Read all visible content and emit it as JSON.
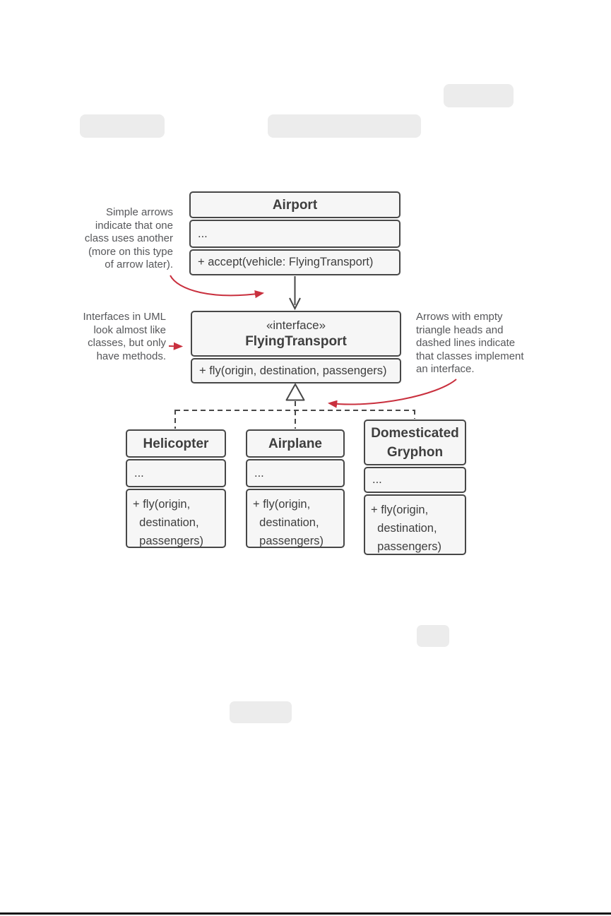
{
  "page": {
    "background": "#ffffff",
    "placeholder_color": "#ececec",
    "diagram_ink": "#474747",
    "diagram_fill": "#f6f6f6",
    "accent_red": "#c9303e"
  },
  "annotations": {
    "uses_note": "Simple arrows\nindicate that one\nclass uses another\n(more on this type\nof arrow later).",
    "interface_note": "Interfaces in UML\nlook almost like\nclasses, but only\nhave methods.",
    "implements_note": "Arrows with empty\ntriangle heads and\ndashed lines indicate\nthat classes implement\nan interface."
  },
  "diagram": {
    "airport": {
      "title": "Airport",
      "fields": "...",
      "methods": "+ accept(vehicle: FlyingTransport)"
    },
    "flying_transport": {
      "stereotype": "«interface»",
      "title": "FlyingTransport",
      "methods": "+ fly(origin, destination, passengers)"
    },
    "helicopter": {
      "title": "Helicopter",
      "fields": "...",
      "methods": "+ fly(origin,\n  destination,\n  passengers)"
    },
    "airplane": {
      "title": "Airplane",
      "fields": "...",
      "methods": "+ fly(origin,\n  destination,\n  passengers)"
    },
    "gryphon": {
      "title": "Domesticated\nGryphon",
      "fields": "...",
      "methods": "+ fly(origin,\n  destination,\n  passengers)"
    }
  }
}
